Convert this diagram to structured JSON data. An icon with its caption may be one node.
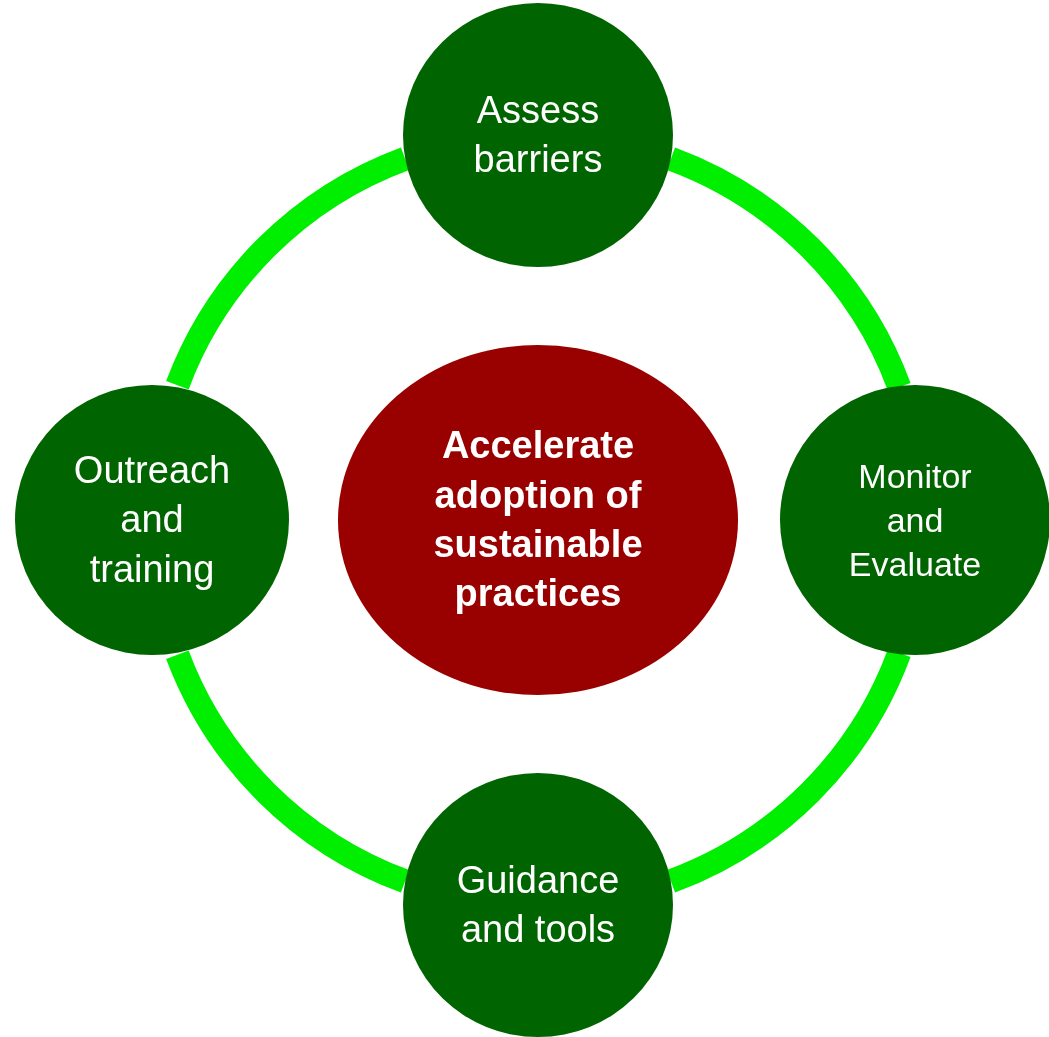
{
  "diagram": {
    "nodes": [
      {
        "text": [
          "Assess barriers"
        ]
      },
      {
        "text": [
          "Outreach and training"
        ]
      },
      {
        "text": [
          "Accelerate adoption of sustainable practices"
        ]
      },
      {
        "text": [
          "Monitor and Evaluate"
        ]
      },
      {
        "text": [
          "Guidance and tools"
        ]
      }
    ],
    "edges": [
      {
        "from": 0,
        "to": 3,
        "arrow": "none"
      },
      {
        "from": 3,
        "to": 4,
        "arrow": "none"
      },
      {
        "from": 4,
        "to": 1,
        "arrow": "none"
      },
      {
        "from": 1,
        "to": 0,
        "arrow": "none"
      }
    ]
  }
}
